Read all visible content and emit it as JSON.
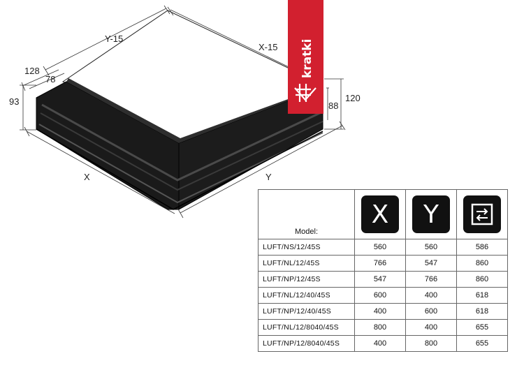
{
  "drawing": {
    "labels": {
      "y_minus": "Y-15",
      "x_minus": "X-15",
      "depth_outer": "128",
      "depth_inner": "78",
      "height_left": "93",
      "height_right_outer": "120",
      "height_right_inner": "88",
      "x": "X",
      "y": "Y"
    }
  },
  "brand": {
    "name": "kratki",
    "color": "#d2202f"
  },
  "table": {
    "header": {
      "model_label": "Model:",
      "col_x": "X",
      "col_y": "Y",
      "col_icon": "swap-arrows-icon"
    },
    "rows": [
      {
        "model": "LUFT/NS/12/45S",
        "x": "560",
        "y": "560",
        "z": "586"
      },
      {
        "model": "LUFT/NL/12/45S",
        "x": "766",
        "y": "547",
        "z": "860"
      },
      {
        "model": "LUFT/NP/12/45S",
        "x": "547",
        "y": "766",
        "z": "860"
      },
      {
        "model": "LUFT/NL/12/40/45S",
        "x": "600",
        "y": "400",
        "z": "618"
      },
      {
        "model": "LUFT/NP/12/40/45S",
        "x": "400",
        "y": "600",
        "z": "618"
      },
      {
        "model": "LUFT/NL/12/8040/45S",
        "x": "800",
        "y": "400",
        "z": "655"
      },
      {
        "model": "LUFT/NP/12/8040/45S",
        "x": "400",
        "y": "800",
        "z": "655"
      }
    ]
  }
}
